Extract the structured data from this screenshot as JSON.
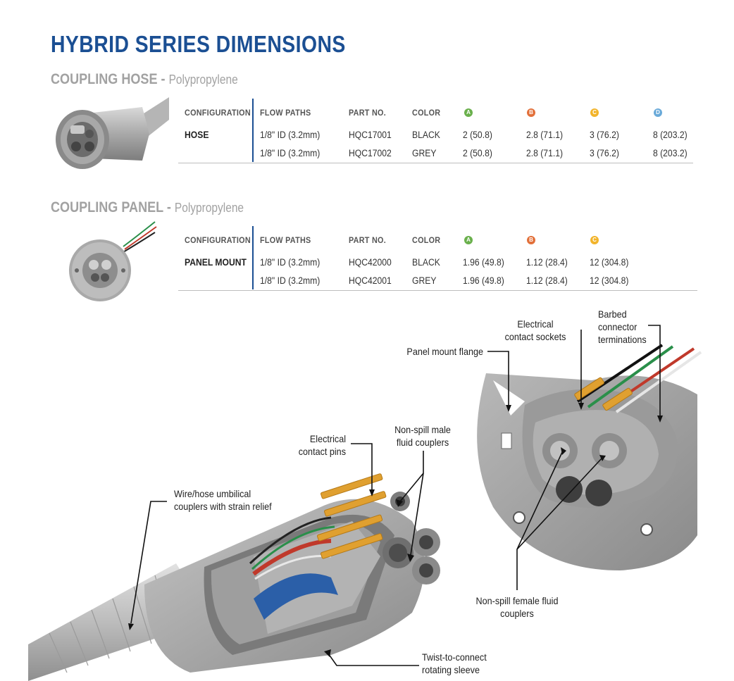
{
  "title": "HYBRID SERIES DIMENSIONS",
  "colors": {
    "title": "#1b4f93",
    "dim_a": "#6ab04c",
    "dim_b": "#e2703a",
    "dim_c": "#f2b42b",
    "dim_d": "#6aaad9"
  },
  "hose_section": {
    "name": "COUPLING HOSE",
    "separator": " - ",
    "material": "Polypropylene",
    "headers": {
      "configuration": "CONFIGURATION",
      "flow_paths": "FLOW PATHS",
      "part_no": "PART NO.",
      "color": "COLOR",
      "a": "A",
      "b": "B",
      "c": "C",
      "d": "D"
    },
    "configuration": "HOSE",
    "rows": [
      {
        "flow": "1/8\" ID (3.2mm)",
        "part": "HQC17001",
        "color": "BLACK",
        "a": "2 (50.8)",
        "b": "2.8 (71.1)",
        "c": "3 (76.2)",
        "d": "8 (203.2)"
      },
      {
        "flow": "1/8\" ID (3.2mm)",
        "part": "HQC17002",
        "color": "GREY",
        "a": "2 (50.8)",
        "b": "2.8 (71.1)",
        "c": "3 (76.2)",
        "d": "8 (203.2)"
      }
    ]
  },
  "panel_section": {
    "name": "COUPLING PANEL",
    "separator": " - ",
    "material": "Polypropylene",
    "headers": {
      "configuration": "CONFIGURATION",
      "flow_paths": "FLOW PATHS",
      "part_no": "PART NO.",
      "color": "COLOR",
      "a": "A",
      "b": "B",
      "c": "C"
    },
    "configuration": "PANEL MOUNT",
    "rows": [
      {
        "flow": "1/8\" ID (3.2mm)",
        "part": "HQC42000",
        "color": "BLACK",
        "a": "1.96 (49.8)",
        "b": "1.12 (28.4)",
        "c": "12 (304.8)"
      },
      {
        "flow": "1/8\" ID (3.2mm)",
        "part": "HQC42001",
        "color": "GREY",
        "a": "1.96 (49.8)",
        "b": "1.12 (28.4)",
        "c": "12 (304.8)"
      }
    ]
  },
  "callouts": {
    "electrical_sockets": [
      "Electrical",
      "contact sockets"
    ],
    "barbed": [
      "Barbed",
      "connector",
      "terminations"
    ],
    "panel_flange": "Panel mount flange",
    "electrical_pins": [
      "Electrical",
      "contact pins"
    ],
    "nonspill_male": [
      "Non-spill male",
      "fluid couplers"
    ],
    "umbilical": [
      "Wire/hose umbilical",
      "couplers with strain relief"
    ],
    "nonspill_female": [
      "Non-spill female fluid",
      "couplers"
    ],
    "twist": [
      "Twist-to-connect",
      "rotating sleeve"
    ]
  }
}
